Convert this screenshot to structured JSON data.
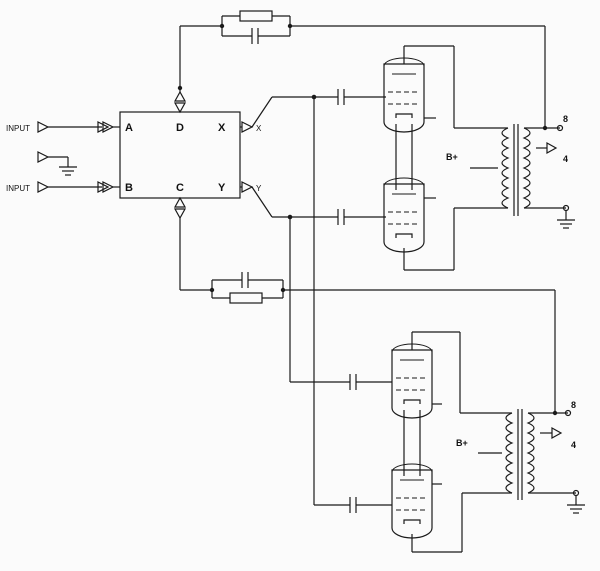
{
  "inputs": {
    "input_a_label": "INPUT",
    "input_b_label": "INPUT"
  },
  "module": {
    "pin_a": "A",
    "pin_b": "B",
    "pin_c": "C",
    "pin_d": "D",
    "pin_x": "X",
    "pin_y": "Y",
    "out_x_label": "X",
    "out_y_label": "Y"
  },
  "upper_stage": {
    "supply_label": "B+",
    "tap_8": "8",
    "tap_4": "4"
  },
  "lower_stage": {
    "supply_label": "B+",
    "tap_8": "8",
    "tap_4": "4"
  },
  "colors": {
    "ink": "#1a1a1a",
    "paper": "#fbfbfb"
  }
}
